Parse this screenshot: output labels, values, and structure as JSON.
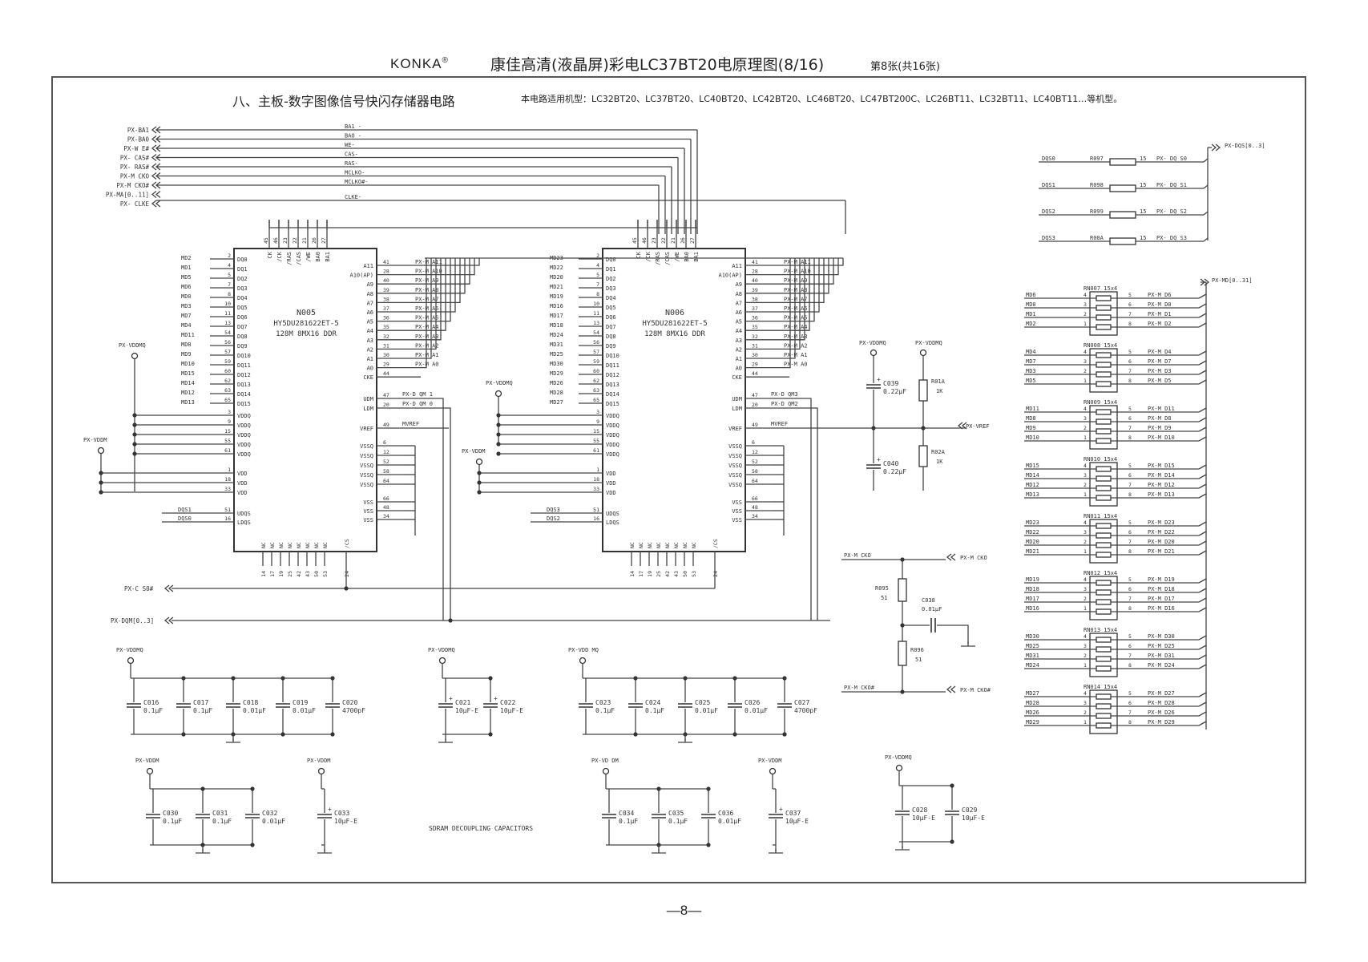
{
  "header": {
    "brand": "KONKA",
    "registered": "®",
    "title": "康佳高清(液晶屏)彩电LC37BT20电原理图(8/16)",
    "sheet": "第8张(共16张)"
  },
  "section_title": "八、主板-数字图像信号快闪存储器电路",
  "models_note": "本电路适用机型：LC32BT20、LC37BT20、LC40BT20、LC42BT20、LC46BT20、LC47BT200C、LC26BT11、LC32BT11、LC40BT11…等机型。",
  "page_number": "—8—",
  "signals_left": [
    "PX-BA1",
    "PX-BA0",
    "PX-W E#",
    "PX- CAS#",
    "PX- RAS#",
    "PX-M CKO",
    "PX-M CKO#",
    "PX-MA[0..11]",
    "PX- CLKE"
  ],
  "bus_labels": [
    "BA1 -",
    "BAO -",
    "WE-",
    "CAS-",
    "RAS-",
    "MCLKO-",
    "MCLKO#-",
    "CLKE-"
  ],
  "chips": [
    {
      "ref": "N005",
      "part": "HY5DU281622ET-5",
      "desc": "128M 8MX16 DDR",
      "dq_nets": [
        "MD2",
        "MD1",
        "MD5",
        "MD6",
        "MD0",
        "MD3",
        "MD7",
        "MD4",
        "MD11",
        "MD8",
        "MD9",
        "MD10",
        "MD15",
        "MD14",
        "MD12",
        "MD13"
      ],
      "addr_nets": [
        "PX-M A11",
        "PX-M A10",
        "PX-M A9",
        "PX-M A8",
        "PX-M A7",
        "PX-M A6",
        "PX-M A5",
        "PX-M A4",
        "PX-M A3",
        "PX-M A2",
        "PX-M A1",
        "PX-M A0"
      ],
      "udm_net": "PX-D QM 1",
      "ldm_net": "PX-D QM 0",
      "dqs_nets": [
        "DQS1",
        "DQS0"
      ]
    },
    {
      "ref": "N006",
      "part": "HY5DU281622ET-5",
      "desc": "128M 8MX16 DDR",
      "dq_nets": [
        "MD23",
        "MD22",
        "MD20",
        "MD21",
        "MD19",
        "MD16",
        "MD17",
        "MD18",
        "MD24",
        "MD31",
        "MD25",
        "MD30",
        "MD29",
        "MD26",
        "MD28",
        "MD27"
      ],
      "addr_nets": [
        "PX-M A11",
        "PX-M A10",
        "PX-M A9",
        "PX-M A8",
        "PX-M A7",
        "PX-M A6",
        "PX-M A5",
        "PX-M A4",
        "PX-M A3",
        "PX-M A2",
        "PX-M A1",
        "PX-M A0"
      ],
      "udm_net": "PX-D QM3",
      "ldm_net": "PX-D QM2",
      "dqs_nets": [
        "DQS3",
        "DQS2"
      ]
    }
  ],
  "pin_names_left": [
    "DQ0",
    "DQ1",
    "DQ2",
    "DQ3",
    "DQ4",
    "DQ5",
    "DQ6",
    "DQ7",
    "DQ8",
    "DQ9",
    "DQ10",
    "DQ11",
    "DQ12",
    "DQ13",
    "DQ14",
    "DQ15"
  ],
  "pin_nums_dq": [
    "2",
    "4",
    "5",
    "7",
    "8",
    "10",
    "11",
    "13",
    "54",
    "56",
    "57",
    "59",
    "60",
    "62",
    "63",
    "65"
  ],
  "pin_names_right": [
    "A11",
    "A10(AP)",
    "A9",
    "A8",
    "A7",
    "A6",
    "A5",
    "A4",
    "A3",
    "A2",
    "A1",
    "A0",
    "CKE"
  ],
  "pin_nums_addr": [
    "41",
    "28",
    "40",
    "39",
    "38",
    "37",
    "36",
    "35",
    "32",
    "31",
    "30",
    "29",
    "44"
  ],
  "pin_names_top": [
    "CK",
    "/CK",
    "/RAS",
    "/CAS",
    "/WE",
    "BA0",
    "BA1"
  ],
  "pin_nums_top": [
    "45",
    "46",
    "23",
    "22",
    "21",
    "26",
    "27"
  ],
  "pwr_left": [
    "VDDQ",
    "VDDQ",
    "VDDQ",
    "VDDQ",
    "VDDQ",
    "VDD",
    "VDD",
    "VDD"
  ],
  "pwr_left_nums": [
    "3",
    "9",
    "15",
    "55",
    "61",
    "1",
    "18",
    "33"
  ],
  "pwr_right": [
    "VSSQ",
    "VSSQ",
    "VSSQ",
    "VSSQ",
    "VSSQ",
    "VSS",
    "VSS",
    "VSS"
  ],
  "pwr_right_nums": [
    "6",
    "12",
    "52",
    "58",
    "64",
    "66",
    "48",
    "34"
  ],
  "misc_pins": {
    "udm": "UDM",
    "ldm": "LDM",
    "vref": "VREF",
    "udqs": "UDQS",
    "ldqs": "LDQS",
    "cs": "/CS",
    "nc": "NC",
    "udm_num": "47",
    "ldm_num": "20",
    "vref_num": "49",
    "udqs_num": "51",
    "ldqs_num": "16",
    "cs_num": "24"
  },
  "nc_nums": [
    "14",
    "17",
    "19",
    "25",
    "42",
    "43",
    "50",
    "53"
  ],
  "net_vref": "MVREF",
  "power_nets": {
    "vddmq": "PX-VDDMQ",
    "vddm": "PX-VDDM"
  },
  "bottom_signals": [
    "PX-C S0#",
    "PX-DQM[0..3]"
  ],
  "vref_circuit": {
    "net_vddmq": "PX-VDDMQ",
    "out": "PX-VREF",
    "parts": [
      {
        "ref": "C039",
        "val": "0.22μF"
      },
      {
        "ref": "C040",
        "val": "0.22μF"
      },
      {
        "ref": "R01A",
        "val": "1K"
      },
      {
        "ref": "R02A",
        "val": "1K"
      }
    ]
  },
  "clock_circuit": {
    "in_p": "PX-M CKO",
    "in_n": "PX-M CKO#",
    "parts": [
      {
        "ref": "R095",
        "val": "51"
      },
      {
        "ref": "R096",
        "val": "51"
      },
      {
        "ref": "C038",
        "val": "0.01μF"
      }
    ]
  },
  "dqs_res": [
    {
      "in": "DQS0",
      "ref": "R097",
      "val": "15",
      "out": "PX- DQ S0"
    },
    {
      "in": "DQS1",
      "ref": "R098",
      "val": "15",
      "out": "PX- DQ S1"
    },
    {
      "in": "DQS2",
      "ref": "R099",
      "val": "15",
      "out": "PX- DQ S2"
    },
    {
      "in": "DQS3",
      "ref": "R00A",
      "val": "15",
      "out": "PX- DQ S3"
    }
  ],
  "dqs_bus": "PX-DQS[0..3]",
  "md_bus": "PX-MD[0..31]",
  "rn": [
    {
      "ref": "RN007",
      "val": "15x4",
      "in": [
        "MD6",
        "MD0",
        "MD1",
        "MD2"
      ],
      "out": [
        "PX-M D6",
        "PX-M D0",
        "PX-M D1",
        "PX-M D2"
      ]
    },
    {
      "ref": "RN008",
      "val": "15x4",
      "in": [
        "MD4",
        "MD7",
        "MD3",
        "MD5"
      ],
      "out": [
        "PX-M D4",
        "PX-M D7",
        "PX-M D3",
        "PX-M D5"
      ]
    },
    {
      "ref": "RN009",
      "val": "15x4",
      "in": [
        "MD11",
        "MD8",
        "MD9",
        "MD10"
      ],
      "out": [
        "PX-M D11",
        "PX-M D8",
        "PX-M D9",
        "PX-M D10"
      ]
    },
    {
      "ref": "RN010",
      "val": "15x4",
      "in": [
        "MD15",
        "MD14",
        "MD12",
        "MD13"
      ],
      "out": [
        "PX-M D15",
        "PX-M D14",
        "PX-M D12",
        "PX-M D13"
      ]
    },
    {
      "ref": "RN011",
      "val": "15x4",
      "in": [
        "MD23",
        "MD22",
        "MD20",
        "MD21"
      ],
      "out": [
        "PX-M D23",
        "PX-M D22",
        "PX-M D20",
        "PX-M D21"
      ]
    },
    {
      "ref": "RN012",
      "val": "15x4",
      "in": [
        "MD19",
        "MD18",
        "MD17",
        "MD16"
      ],
      "out": [
        "PX-M D19",
        "PX-M D18",
        "PX-M D17",
        "PX-M D16"
      ]
    },
    {
      "ref": "RN013",
      "val": "15x4",
      "in": [
        "MD30",
        "MD25",
        "MD31",
        "MD24"
      ],
      "out": [
        "PX-M D30",
        "PX-M D25",
        "PX-M D31",
        "PX-M D24"
      ]
    },
    {
      "ref": "RN014",
      "val": "15x4",
      "in": [
        "MD27",
        "MD28",
        "MD26",
        "MD29"
      ],
      "out": [
        "PX-M D27",
        "PX-M D28",
        "PX-M D26",
        "PX-M D29"
      ]
    }
  ],
  "rn_pins_in": [
    "4",
    "3",
    "2",
    "1"
  ],
  "rn_pins_out": [
    "5",
    "6",
    "7",
    "8"
  ],
  "decoupling": [
    {
      "net": "PX-VDDMQ",
      "caps": [
        {
          "ref": "C016",
          "val": "0.1μF"
        },
        {
          "ref": "C017",
          "val": "0.1μF"
        },
        {
          "ref": "C018",
          "val": "0.01μF"
        },
        {
          "ref": "C019",
          "val": "0.01μF"
        },
        {
          "ref": "C020",
          "val": "4700pF"
        }
      ]
    },
    {
      "net": "PX-VDDMQ",
      "caps": [
        {
          "ref": "C021",
          "val": "10μF-E"
        },
        {
          "ref": "C022",
          "val": "10μF-E"
        }
      ]
    },
    {
      "net": "PX-VDD MQ",
      "caps": [
        {
          "ref": "C023",
          "val": "0.1μF"
        },
        {
          "ref": "C024",
          "val": "0.1μF"
        },
        {
          "ref": "C025",
          "val": "0.01μF"
        },
        {
          "ref": "C026",
          "val": "0.01μF"
        },
        {
          "ref": "C027",
          "val": "4700pF"
        }
      ]
    },
    {
      "net": "PX-VDDM",
      "caps": [
        {
          "ref": "C030",
          "val": "0.1μF"
        },
        {
          "ref": "C031",
          "val": "0.1μF"
        },
        {
          "ref": "C032",
          "val": "0.01μF"
        }
      ]
    },
    {
      "net": "PX-VDDM",
      "caps": [
        {
          "ref": "C033",
          "val": "10μF-E"
        }
      ]
    },
    {
      "net": "PX-VD DM",
      "caps": [
        {
          "ref": "C034",
          "val": "0.1μF"
        },
        {
          "ref": "C035",
          "val": "0.1μF"
        },
        {
          "ref": "C036",
          "val": "0.01μF"
        }
      ]
    },
    {
      "net": "PX-VDDM",
      "caps": [
        {
          "ref": "C037",
          "val": "10μF-E"
        }
      ]
    },
    {
      "net": "PX-VDDMQ",
      "caps": [
        {
          "ref": "C028",
          "val": "10μF-E"
        },
        {
          "ref": "C029",
          "val": "10μF-E"
        }
      ]
    }
  ],
  "decoupling_note": "SDRAM DECOUPLING CAPACITORS"
}
